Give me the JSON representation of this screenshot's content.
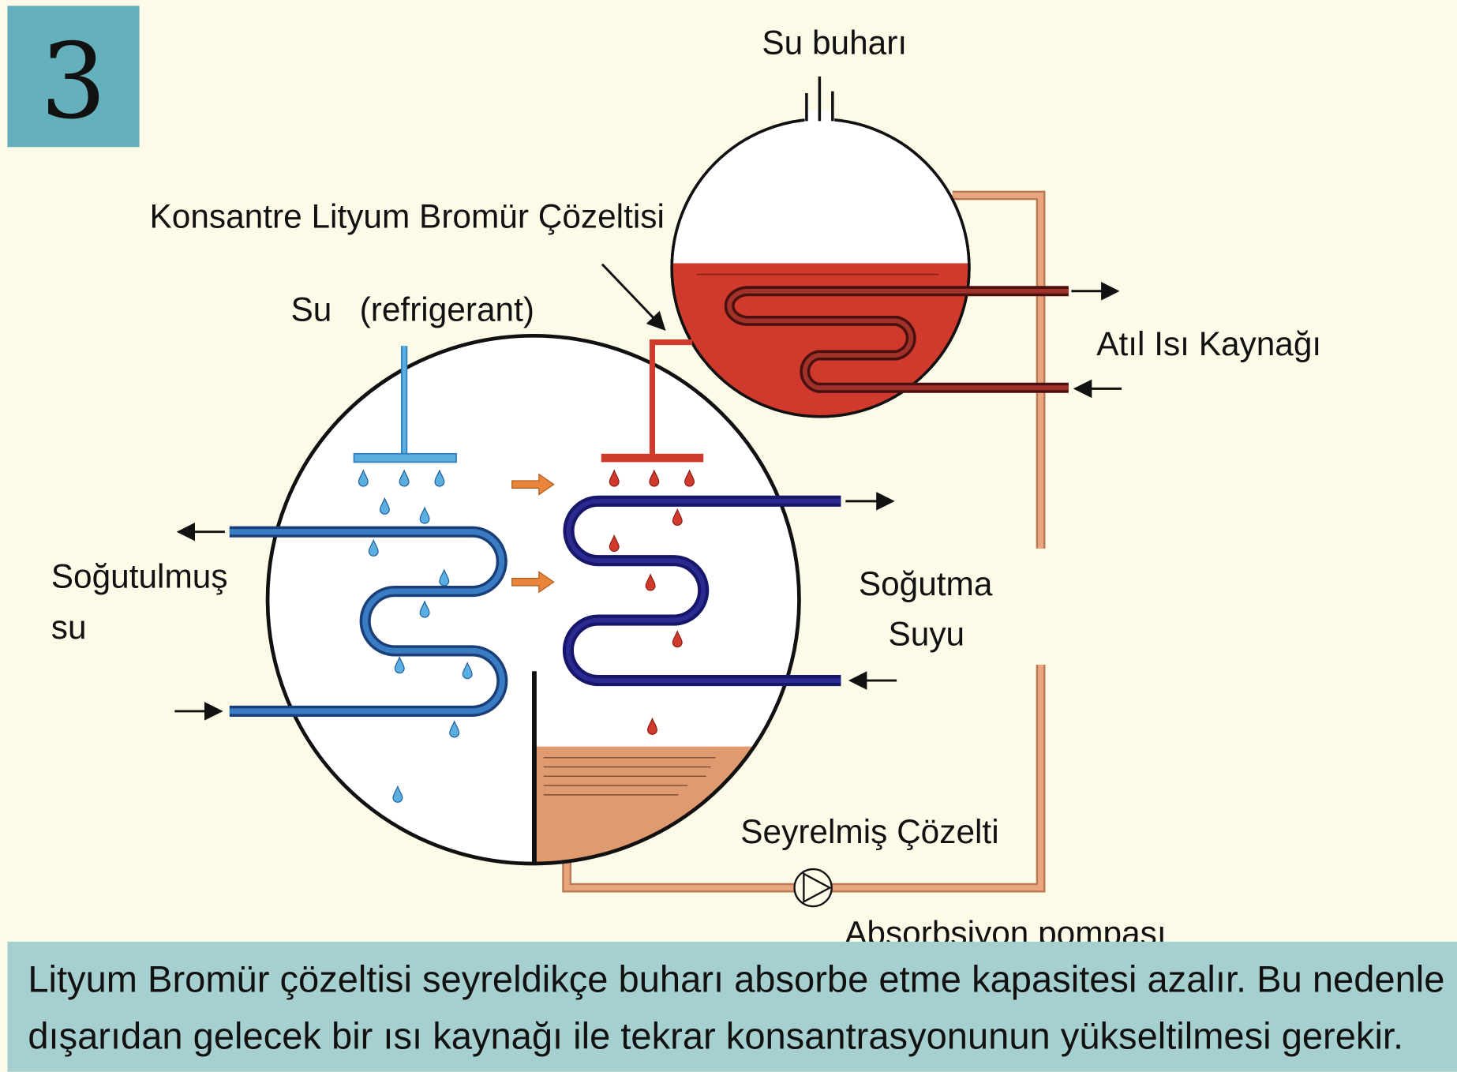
{
  "badge": {
    "number": "3",
    "color": "#64b1bd"
  },
  "labels": {
    "steam": "Su buharı",
    "concentrate": "Konsantre Lityum Bromür Çözeltisi",
    "refrigerant": "Su   (refrigerant)",
    "waste_heat": "Atıl Isı Kaynağı",
    "chilled_water_1": "Soğutulmuş",
    "chilled_water_2": "su",
    "cooling_water_1": "Soğutma",
    "cooling_water_2": "Suyu",
    "dilute": "Seyrelmiş Çözelti",
    "pump": "Absorbsiyon pompası"
  },
  "caption": {
    "line1": "Lityum Bromür çözeltisi seyreldikçe buharı absorbe etme kapasitesi azalır. Bu nedenle",
    "line2": "dışarıdan gelecek bir ısı kaynağı ile tekrar konsantrasyonunun yükseltilmesi gerekir.",
    "background": "#a6d0cf"
  },
  "colors": {
    "background": "#fdfbe8",
    "concentrate": "#d03a2c",
    "dilute": "#e09a70",
    "refrigerant": "#5aaee0",
    "chilled_coil": "#2c66ad",
    "cooling_coil": "#24247a",
    "heat_coil": "#6b1e1e"
  }
}
